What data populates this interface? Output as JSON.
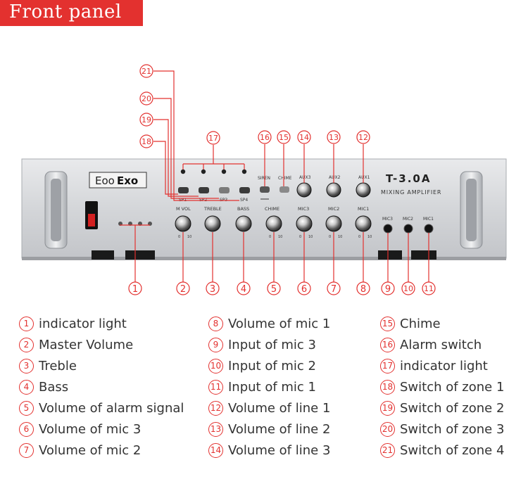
{
  "header": {
    "title": "Front panel"
  },
  "colors": {
    "accent": "#e3312f",
    "panel": "#d7d9dc",
    "text": "#333333"
  },
  "device": {
    "brand_left": "Eoo",
    "brand_right": "Exo",
    "model": "T-3.0A",
    "subtitle": "MIXING AMPLIFIER",
    "knob_labels": {
      "mvol": "M VOL",
      "treble": "TREBLE",
      "bass": "BASS",
      "chime": "CHIME",
      "mic3": "MIC3",
      "mic2": "MIC2",
      "mic1": "MIC1",
      "aux1": "AUX1",
      "aux2": "AUX2",
      "aux3": "AUX3"
    },
    "zone_labels": [
      "SP1",
      "SP2",
      "SP3",
      "SP4"
    ],
    "top_labels": {
      "siren": "SIREN",
      "chime": "CHIME"
    },
    "jack_labels": [
      "MIC3",
      "MIC2",
      "MIC1"
    ],
    "scale": {
      "min": "0",
      "max": "10"
    }
  },
  "callouts": [
    "1",
    "2",
    "3",
    "4",
    "5",
    "6",
    "7",
    "8",
    "9",
    "10",
    "11",
    "12",
    "13",
    "14",
    "15",
    "16",
    "17",
    "18",
    "19",
    "20",
    "21"
  ],
  "legend": [
    {
      "n": "1",
      "label": "indicator light"
    },
    {
      "n": "2",
      "label": "Master Volume"
    },
    {
      "n": "3",
      "label": "Treble"
    },
    {
      "n": "4",
      "label": "Bass"
    },
    {
      "n": "5",
      "label": "Volume of alarm signal"
    },
    {
      "n": "6",
      "label": "Volume of mic 3"
    },
    {
      "n": "7",
      "label": "Volume of mic 2"
    },
    {
      "n": "8",
      "label": "Volume of mic 1"
    },
    {
      "n": "9",
      "label": "Input of mic 3"
    },
    {
      "n": "10",
      "label": "Input of mic 2"
    },
    {
      "n": "11",
      "label": "Input of mic 1"
    },
    {
      "n": "12",
      "label": "Volume of line 1"
    },
    {
      "n": "13",
      "label": "Volume of line 2"
    },
    {
      "n": "14",
      "label": "Volume of line 3"
    },
    {
      "n": "15",
      "label": "Chime"
    },
    {
      "n": "16",
      "label": "Alarm switch"
    },
    {
      "n": "17",
      "label": "indicator light"
    },
    {
      "n": "18",
      "label": "Switch of zone 1"
    },
    {
      "n": "19",
      "label": "Switch of zone 2"
    },
    {
      "n": "20",
      "label": "Switch of zone 3"
    },
    {
      "n": "21",
      "label": "Switch of zone 4"
    }
  ]
}
